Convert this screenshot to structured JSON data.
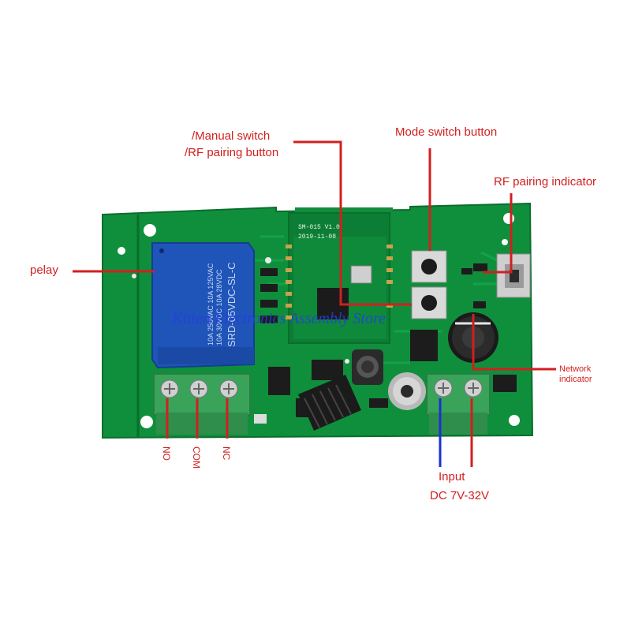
{
  "labels": {
    "manual_switch_line1": "/Manual switch",
    "manual_switch_line2": "/RF pairing button",
    "mode_switch": "Mode switch button",
    "rf_indicator": "RF  pairing  indicator",
    "relay": "pelay",
    "network_line1": "Network",
    "network_line2": "indicator",
    "input_line1": "Input",
    "input_line2": "DC 7V-32V"
  },
  "terminals": [
    "NO",
    "COM",
    "NC"
  ],
  "board_print": {
    "module_line1": "SM-015 V1.0",
    "module_line2": "2019-11-08",
    "relay_text1": "SRD-05VDC-SL-C",
    "relay_text2": "10A 250VAC 10A 125VAC",
    "relay_text3": "10A 30VDC 10A 28VDC"
  },
  "watermark": "Kitten Electronics Assembly Store",
  "colors": {
    "pcb": "#0f8f3c",
    "pcb_dark": "#0a6e2c",
    "relay_blue": "#1f54b8",
    "terminal_green": "#3aa35a",
    "annotation_red": "#d21f1f",
    "annotation_blue": "#1a2fd6"
  }
}
